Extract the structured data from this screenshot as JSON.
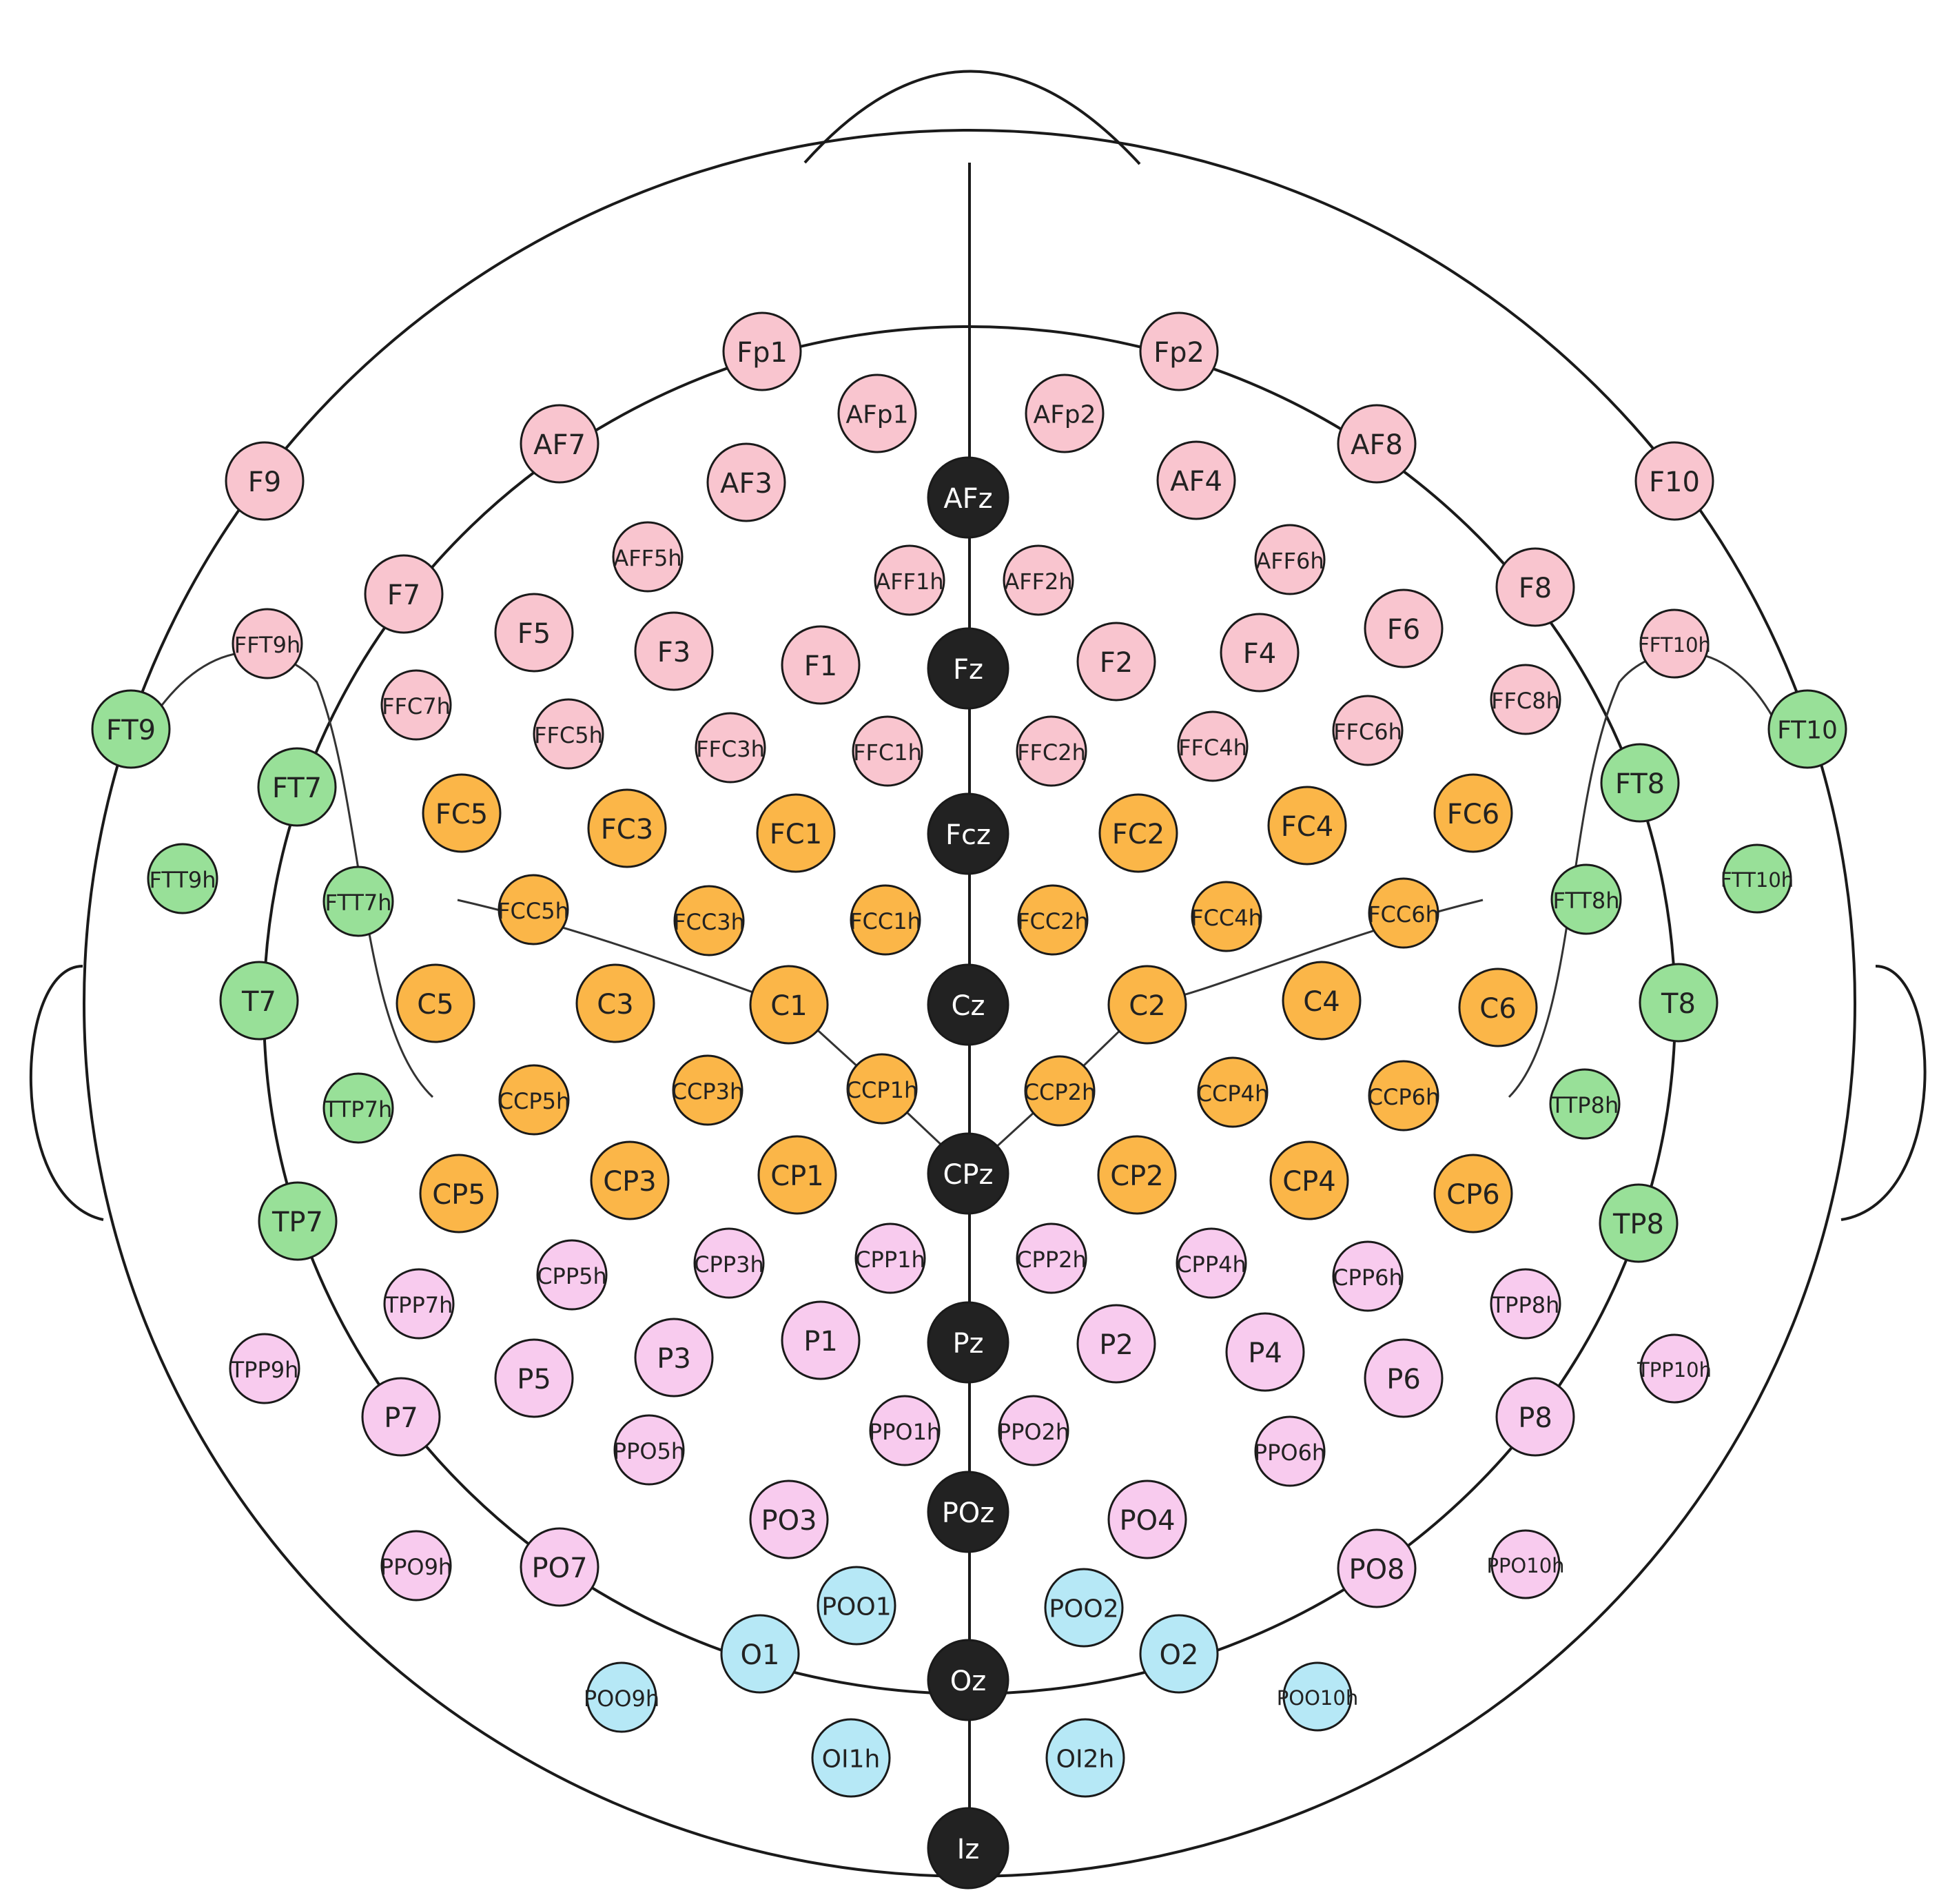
{
  "colors": {
    "frontal": "#f9c5cf",
    "central": "#fbb648",
    "temporal": "#98e098",
    "parietal": "#f8cbee",
    "occipital": "#b6e8f6",
    "midline": "#222222"
  },
  "electrodes": {
    "midline": [
      "AFz",
      "Fz",
      "Fcz",
      "Cz",
      "CPz",
      "Pz",
      "POz",
      "Oz",
      "Iz"
    ],
    "frontal": [
      "Fp1",
      "Fp2",
      "AFp1",
      "AFp2",
      "AF7",
      "AF3",
      "AF4",
      "AF8",
      "F9",
      "F10",
      "AFF5h",
      "AFF1h",
      "AFF2h",
      "AFF6h",
      "F7",
      "F5",
      "F3",
      "F1",
      "F2",
      "F4",
      "F6",
      "F8",
      "FFT9h",
      "FFT10h",
      "FFC7h",
      "FFC5h",
      "FFC3h",
      "FFC1h",
      "FFC2h",
      "FFC4h",
      "FFC6h",
      "FFC8h"
    ],
    "central": [
      "FC5",
      "FC3",
      "FC1",
      "FC2",
      "FC4",
      "FC6",
      "FCC5h",
      "FCC3h",
      "FCC1h",
      "FCC2h",
      "FCC4h",
      "FCC6h",
      "C5",
      "C3",
      "C1",
      "C2",
      "C4",
      "C6",
      "CCP5h",
      "CCP3h",
      "CCP1h",
      "CCP2h",
      "CCP4h",
      "CCP6h",
      "CP5",
      "CP3",
      "CP1",
      "CP2",
      "CP4",
      "CP6"
    ],
    "temporal": [
      "FT9",
      "FT10",
      "FT7",
      "FT8",
      "FTT9h",
      "FTT10h",
      "FTT7h",
      "FTT8h",
      "T7",
      "T8",
      "TTP7h",
      "TTP8h",
      "TP7",
      "TP8"
    ],
    "parietal": [
      "CPP5h",
      "CPP3h",
      "CPP1h",
      "CPP2h",
      "CPP4h",
      "CPP6h",
      "TPP7h",
      "TPP8h",
      "TPP9h",
      "TPP10h",
      "P7",
      "P5",
      "P3",
      "P1",
      "P2",
      "P4",
      "P6",
      "P8",
      "PPO5h",
      "PPO1h",
      "PPO2h",
      "PPO6h",
      "PO3",
      "PO4",
      "PPO9h",
      "PO7",
      "PO8",
      "PPO10h"
    ],
    "occipital": [
      "POO1",
      "POO2",
      "O1",
      "O2",
      "POO9h",
      "POO10h",
      "OI1h",
      "OI2h"
    ]
  }
}
